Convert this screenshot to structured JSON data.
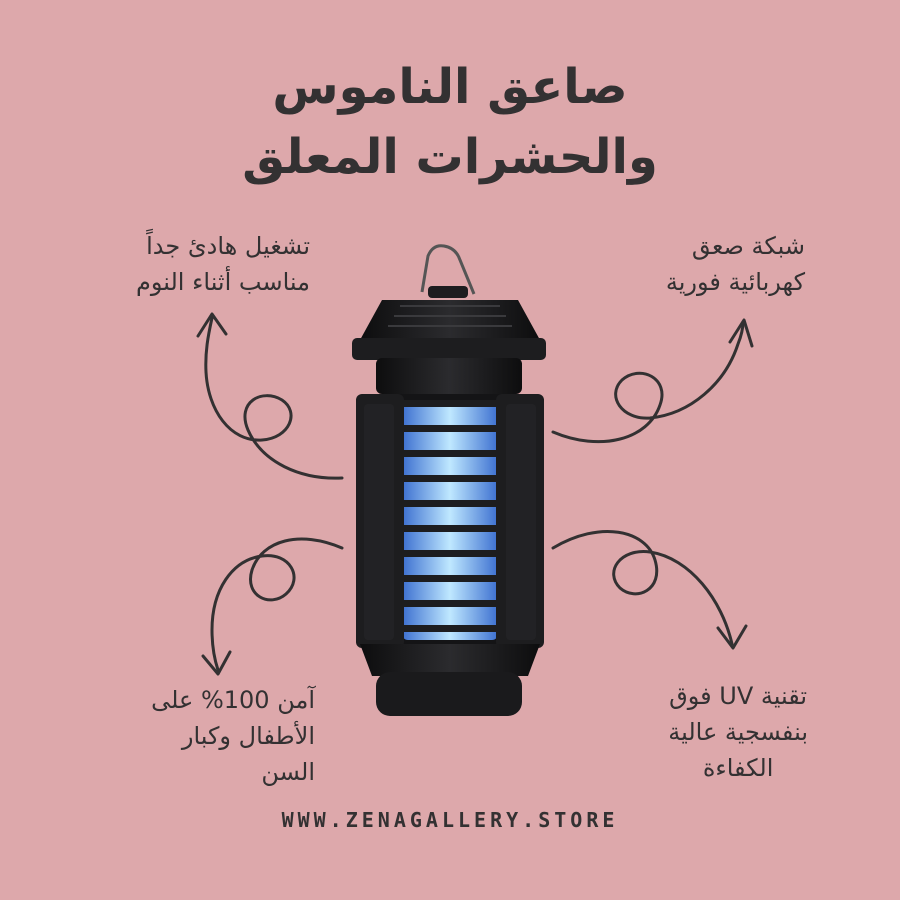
{
  "title": {
    "line1": "صاعق الناموس",
    "line2": "والحشرات المعلق"
  },
  "features": {
    "top_left": {
      "line1": "تشغيل هادئ جداً",
      "line2": "مناسب أثناء النوم"
    },
    "top_right": {
      "line1": "شبكة صعق",
      "line2": "كهربائية فورية"
    },
    "bottom_left": {
      "line1": "آمن 100% على",
      "line2": "الأطفال وكبار",
      "line3": "السن"
    },
    "bottom_right": {
      "line1": "تقنية UV فوق",
      "line2": "بنفسجية عالية",
      "line3": "الكفاءة"
    }
  },
  "footer": {
    "url": "WWW.ZENAGALLERY.STORE"
  },
  "colors": {
    "background": "#dda8ab",
    "text": "#333132",
    "device_body": "#1d1d1f",
    "uv_light": "#7fc8f5"
  },
  "icons": {
    "device": "bug-zapper-lantern",
    "arrows": "curly-arrow"
  }
}
